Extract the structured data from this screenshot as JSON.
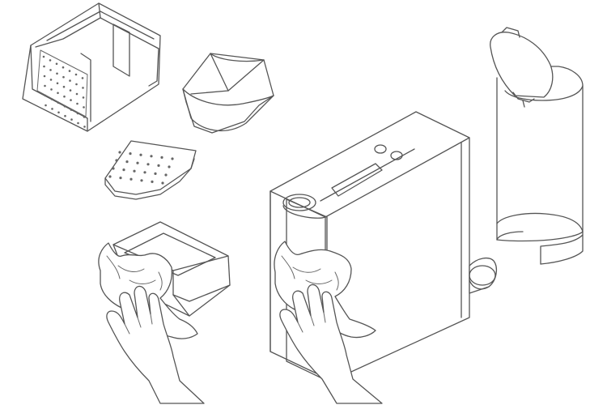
{
  "diagram": {
    "type": "cleaning-instructions-illustration",
    "colors": {
      "line": "#555555",
      "background": "#ffffff",
      "dots": "#666666"
    },
    "parts": [
      {
        "id": "drip-tray-frame",
        "dot_rows": 6,
        "dot_cols": 7
      },
      {
        "id": "capsule-container"
      },
      {
        "id": "drip-grid",
        "dot_rows": 4,
        "dot_cols": 6
      },
      {
        "id": "small-tray-being-wiped"
      },
      {
        "id": "coffee-machine-being-wiped"
      },
      {
        "id": "water-tank-with-lid"
      },
      {
        "id": "cup-support-ring"
      }
    ],
    "icons": [
      "hand-icon",
      "cloth-icon"
    ]
  }
}
